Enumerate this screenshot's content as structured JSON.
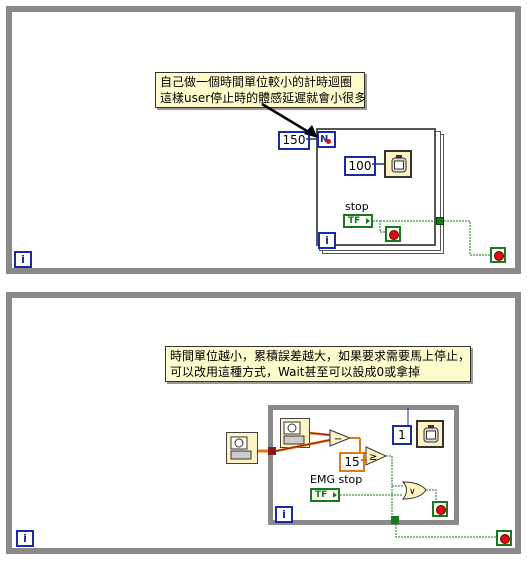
{
  "top_panel": {
    "note_lines": [
      "自己做一個時間單位較小的計時迴圈",
      "這樣user停止時的體感延遲就會小很多"
    ],
    "loop_count": "150",
    "count_terminal": "N",
    "wait_ms": "100",
    "stop_label": "stop",
    "tf_label": "TF",
    "iteration_label": "i",
    "outer_iteration_label": "i"
  },
  "bottom_panel": {
    "note_lines": [
      "時間單位越小，累積誤差越大，如果要求需要馬上停止，",
      "可以改用這種方式，Wait甚至可以設成0或拿掉"
    ],
    "wait_ms": "1",
    "compare_value": "15",
    "stop_label": "EMG stop",
    "tf_label": "TF",
    "iteration_label": "i",
    "outer_iteration_label": "i"
  }
}
